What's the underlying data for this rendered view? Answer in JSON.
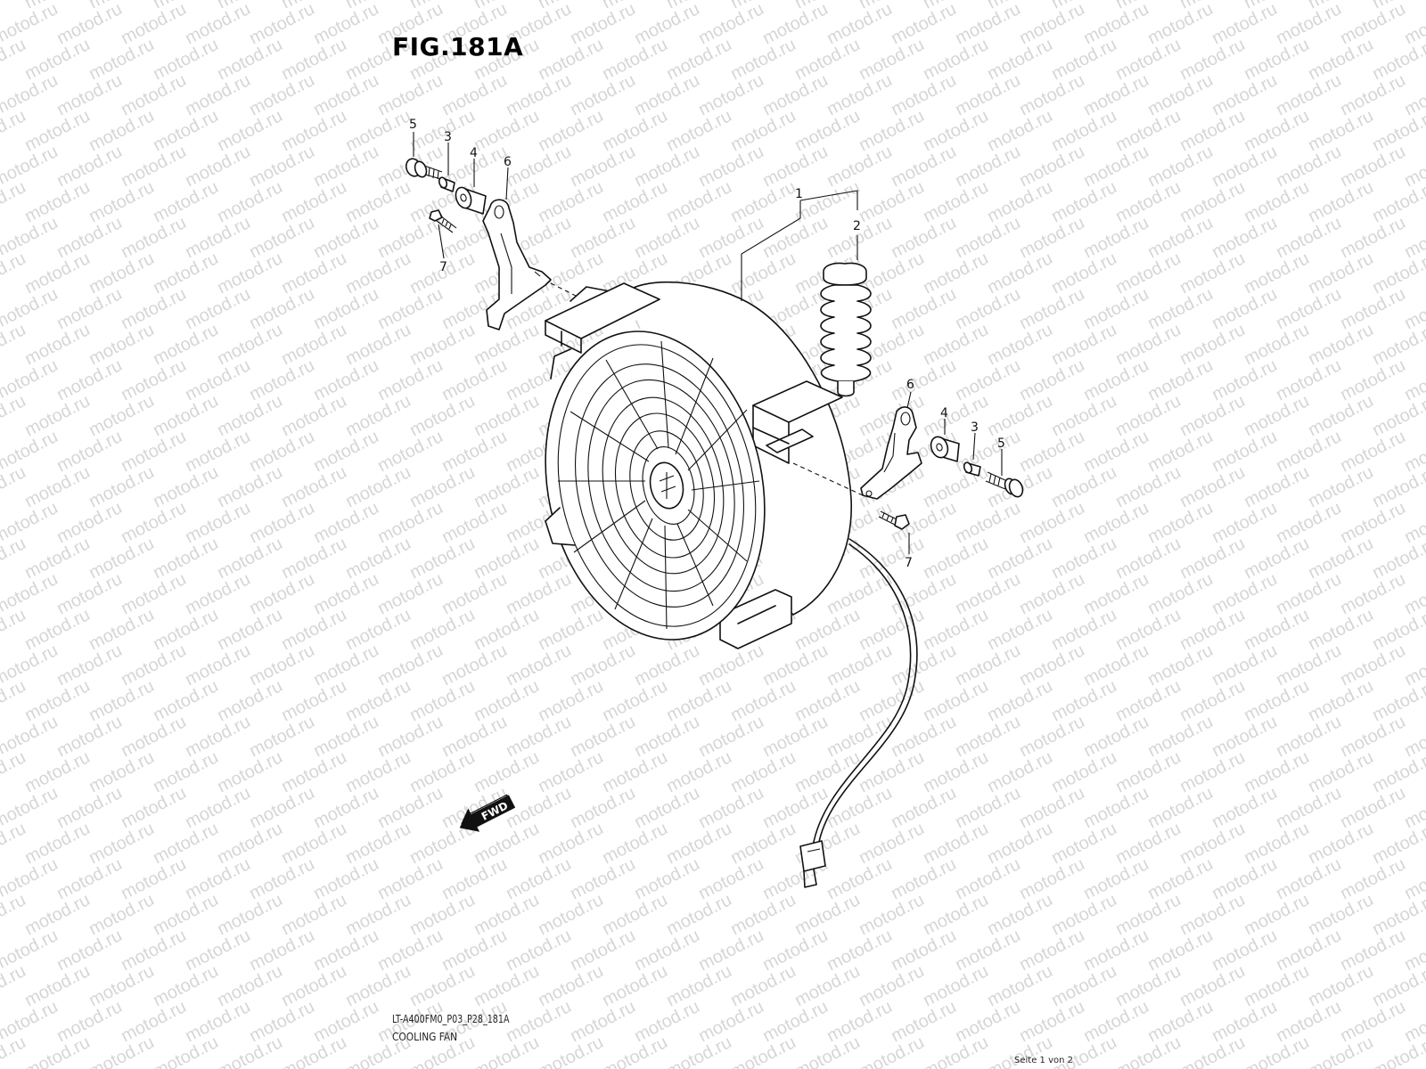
{
  "figure": {
    "title": "FIG.181A"
  },
  "footer": {
    "model_code": "LT-A400FM0_P03_P28_181A",
    "section_name": "COOLING FAN",
    "page_indicator": "Seite 1 von 2"
  },
  "watermark": {
    "text": "motod.ru"
  },
  "direction_marker": {
    "label": "FWD"
  },
  "callouts": {
    "fan_assembly": "1",
    "thermo_cushion": "2",
    "collar_left": "3",
    "cushion_left": "4",
    "bolt_left": "5",
    "bracket_left": "6",
    "screw_left": "7",
    "collar_right": "3",
    "cushion_right": "4",
    "bolt_right": "5",
    "bracket_right": "6",
    "screw_right": "7"
  },
  "colors": {
    "line": "#111111",
    "watermark": "#d6d6d6",
    "background": "#ffffff"
  }
}
